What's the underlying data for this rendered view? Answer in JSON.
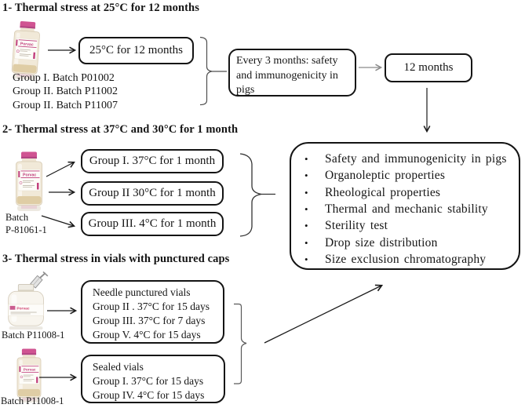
{
  "palette": {
    "ink": "#151515",
    "arrow_gray": "#8a8a8a",
    "brand_magenta": "#c2417e",
    "cap_pink": "#d05492",
    "vial_cream": "#f1e9d8",
    "liquid_tan": "#dfcda5"
  },
  "section1": {
    "title": "1- Thermal stress at 25°C for 12 months",
    "vial_brand": "Porvac",
    "stress_box_label": "25°C for 12 months",
    "groups": [
      "Group I. Batch P01002",
      "Group II. Batch P11002",
      "Group II. Batch P11007"
    ],
    "every3_box_label": "Every 3 months: safety and immunogenicity in pigs",
    "months12_box_label": "12 months"
  },
  "section2": {
    "title": "2- Thermal stress at 37°C and 30°C for 1 month",
    "vial_brand": "Porvac",
    "batch_lines": [
      "Batch",
      "P-81061-1"
    ],
    "group_boxes": [
      "Group I. 37°C for 1 month",
      "Group II 30°C for 1 month",
      "Group III. 4°C for 1 month"
    ]
  },
  "results_box": {
    "bullet": "•",
    "items": [
      "Safety and immunogenicity in pigs",
      "Organoleptic properties",
      "Rheological properties",
      "Thermal and mechanic stability",
      "Sterility test",
      "Drop size distribution",
      "Size exclusion chromatography"
    ]
  },
  "section3": {
    "title": "3- Thermal stress in vials with punctured caps",
    "vial_brand": "Porvac",
    "punctured_batch": "Batch P11008-1",
    "punctured_box_lines": [
      "Needle punctured vials",
      "Group II . 37°C for 15 days",
      "Group III. 37°C for 7 days",
      "Group V. 4°C for 15 days"
    ],
    "sealed_batch": "Batch P11008-1",
    "sealed_box_lines": [
      "Sealed vials",
      "Group I. 37°C for 15 days",
      "Group IV. 4°C for 15 days"
    ]
  }
}
